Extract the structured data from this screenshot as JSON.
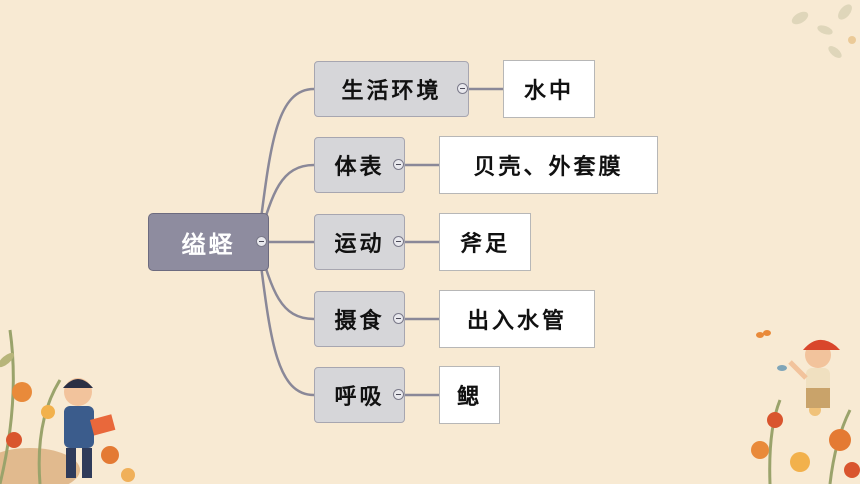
{
  "mindmap": {
    "root": "缢蛏",
    "branches": [
      {
        "topic": "生活环境",
        "detail": "水中"
      },
      {
        "topic": "体表",
        "detail": "贝壳、外套膜"
      },
      {
        "topic": "运动",
        "detail": "斧足"
      },
      {
        "topic": "摄食",
        "detail": "出入水管"
      },
      {
        "topic": "呼吸",
        "detail": "鳃"
      }
    ]
  },
  "colors": {
    "background": "#f8ead3",
    "root_fill": "#8e8c9f",
    "branch_fill": "#d6d6d9",
    "leaf_fill": "#ffffff",
    "connector": "#8a8898"
  }
}
